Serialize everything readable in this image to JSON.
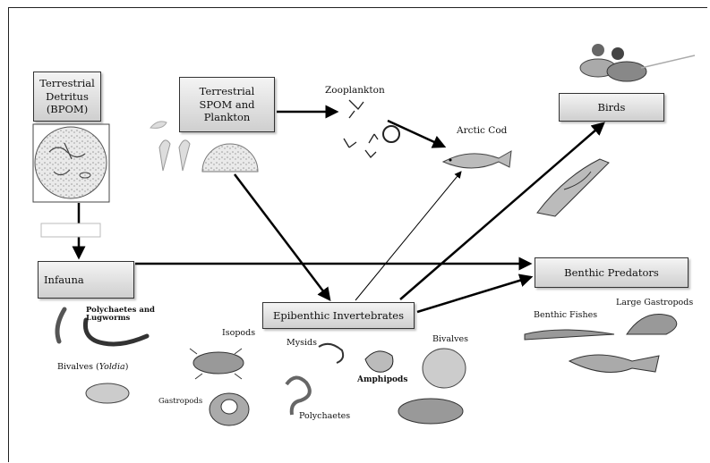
{
  "nodes": {
    "terrestrial_detritus": "Terrestrial\nDetritus\n(BPOM)",
    "terrestrial_spom": "Terrestrial\nSPOM and\nPlankton",
    "birds": "Birds",
    "infauna": "Infauna",
    "benthic_predators": "Benthic Predators",
    "epibenthic_invertebrates": "Epibenthic Invertebrates"
  },
  "labels": {
    "zooplankton": "Zooplankton",
    "arctic_cod": "Arctic Cod",
    "polychaetes_lugworms": "Polychaetes and\nLugworms",
    "bivalves_yoldia_prefix": "Bivalves (",
    "bivalves_yoldia_italic": "Yoldia",
    "bivalves_yoldia_suffix": ")",
    "isopods": "Isopods",
    "mysids": "Mysids",
    "amphipods": "Amphipods",
    "bivalves": "Bivalves",
    "gastropods": "Gastropods",
    "polychaetes": "Polychaetes",
    "benthic_fishes": "Benthic Fishes",
    "large_gastropods": "Large Gastropods"
  },
  "colors": {
    "box_fill_top": "#f4f4f4",
    "box_fill_bottom": "#cfcfcf",
    "arrow": "#000000"
  }
}
